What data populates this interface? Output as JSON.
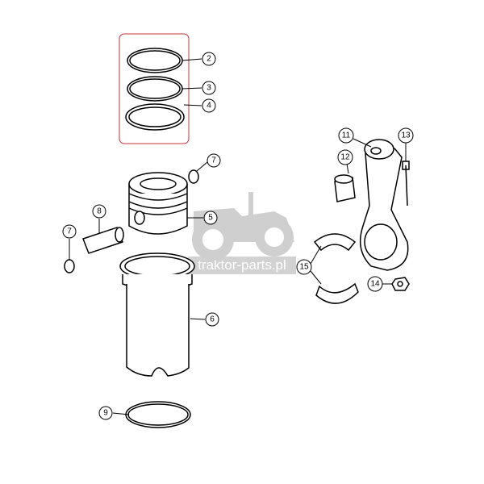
{
  "callouts": {
    "c2": "2",
    "c3": "3",
    "c4": "4",
    "c5": "5",
    "c6": "6",
    "c7a": "7",
    "c7b": "7",
    "c8": "8",
    "c9": "9",
    "c11": "11",
    "c12": "12",
    "c13": "13",
    "c14": "14",
    "c15": "15"
  },
  "watermark": "traktor-parts.pl",
  "colors": {
    "highlight": "#c8323c",
    "line": "#000000",
    "watermark": "#cccccc"
  }
}
